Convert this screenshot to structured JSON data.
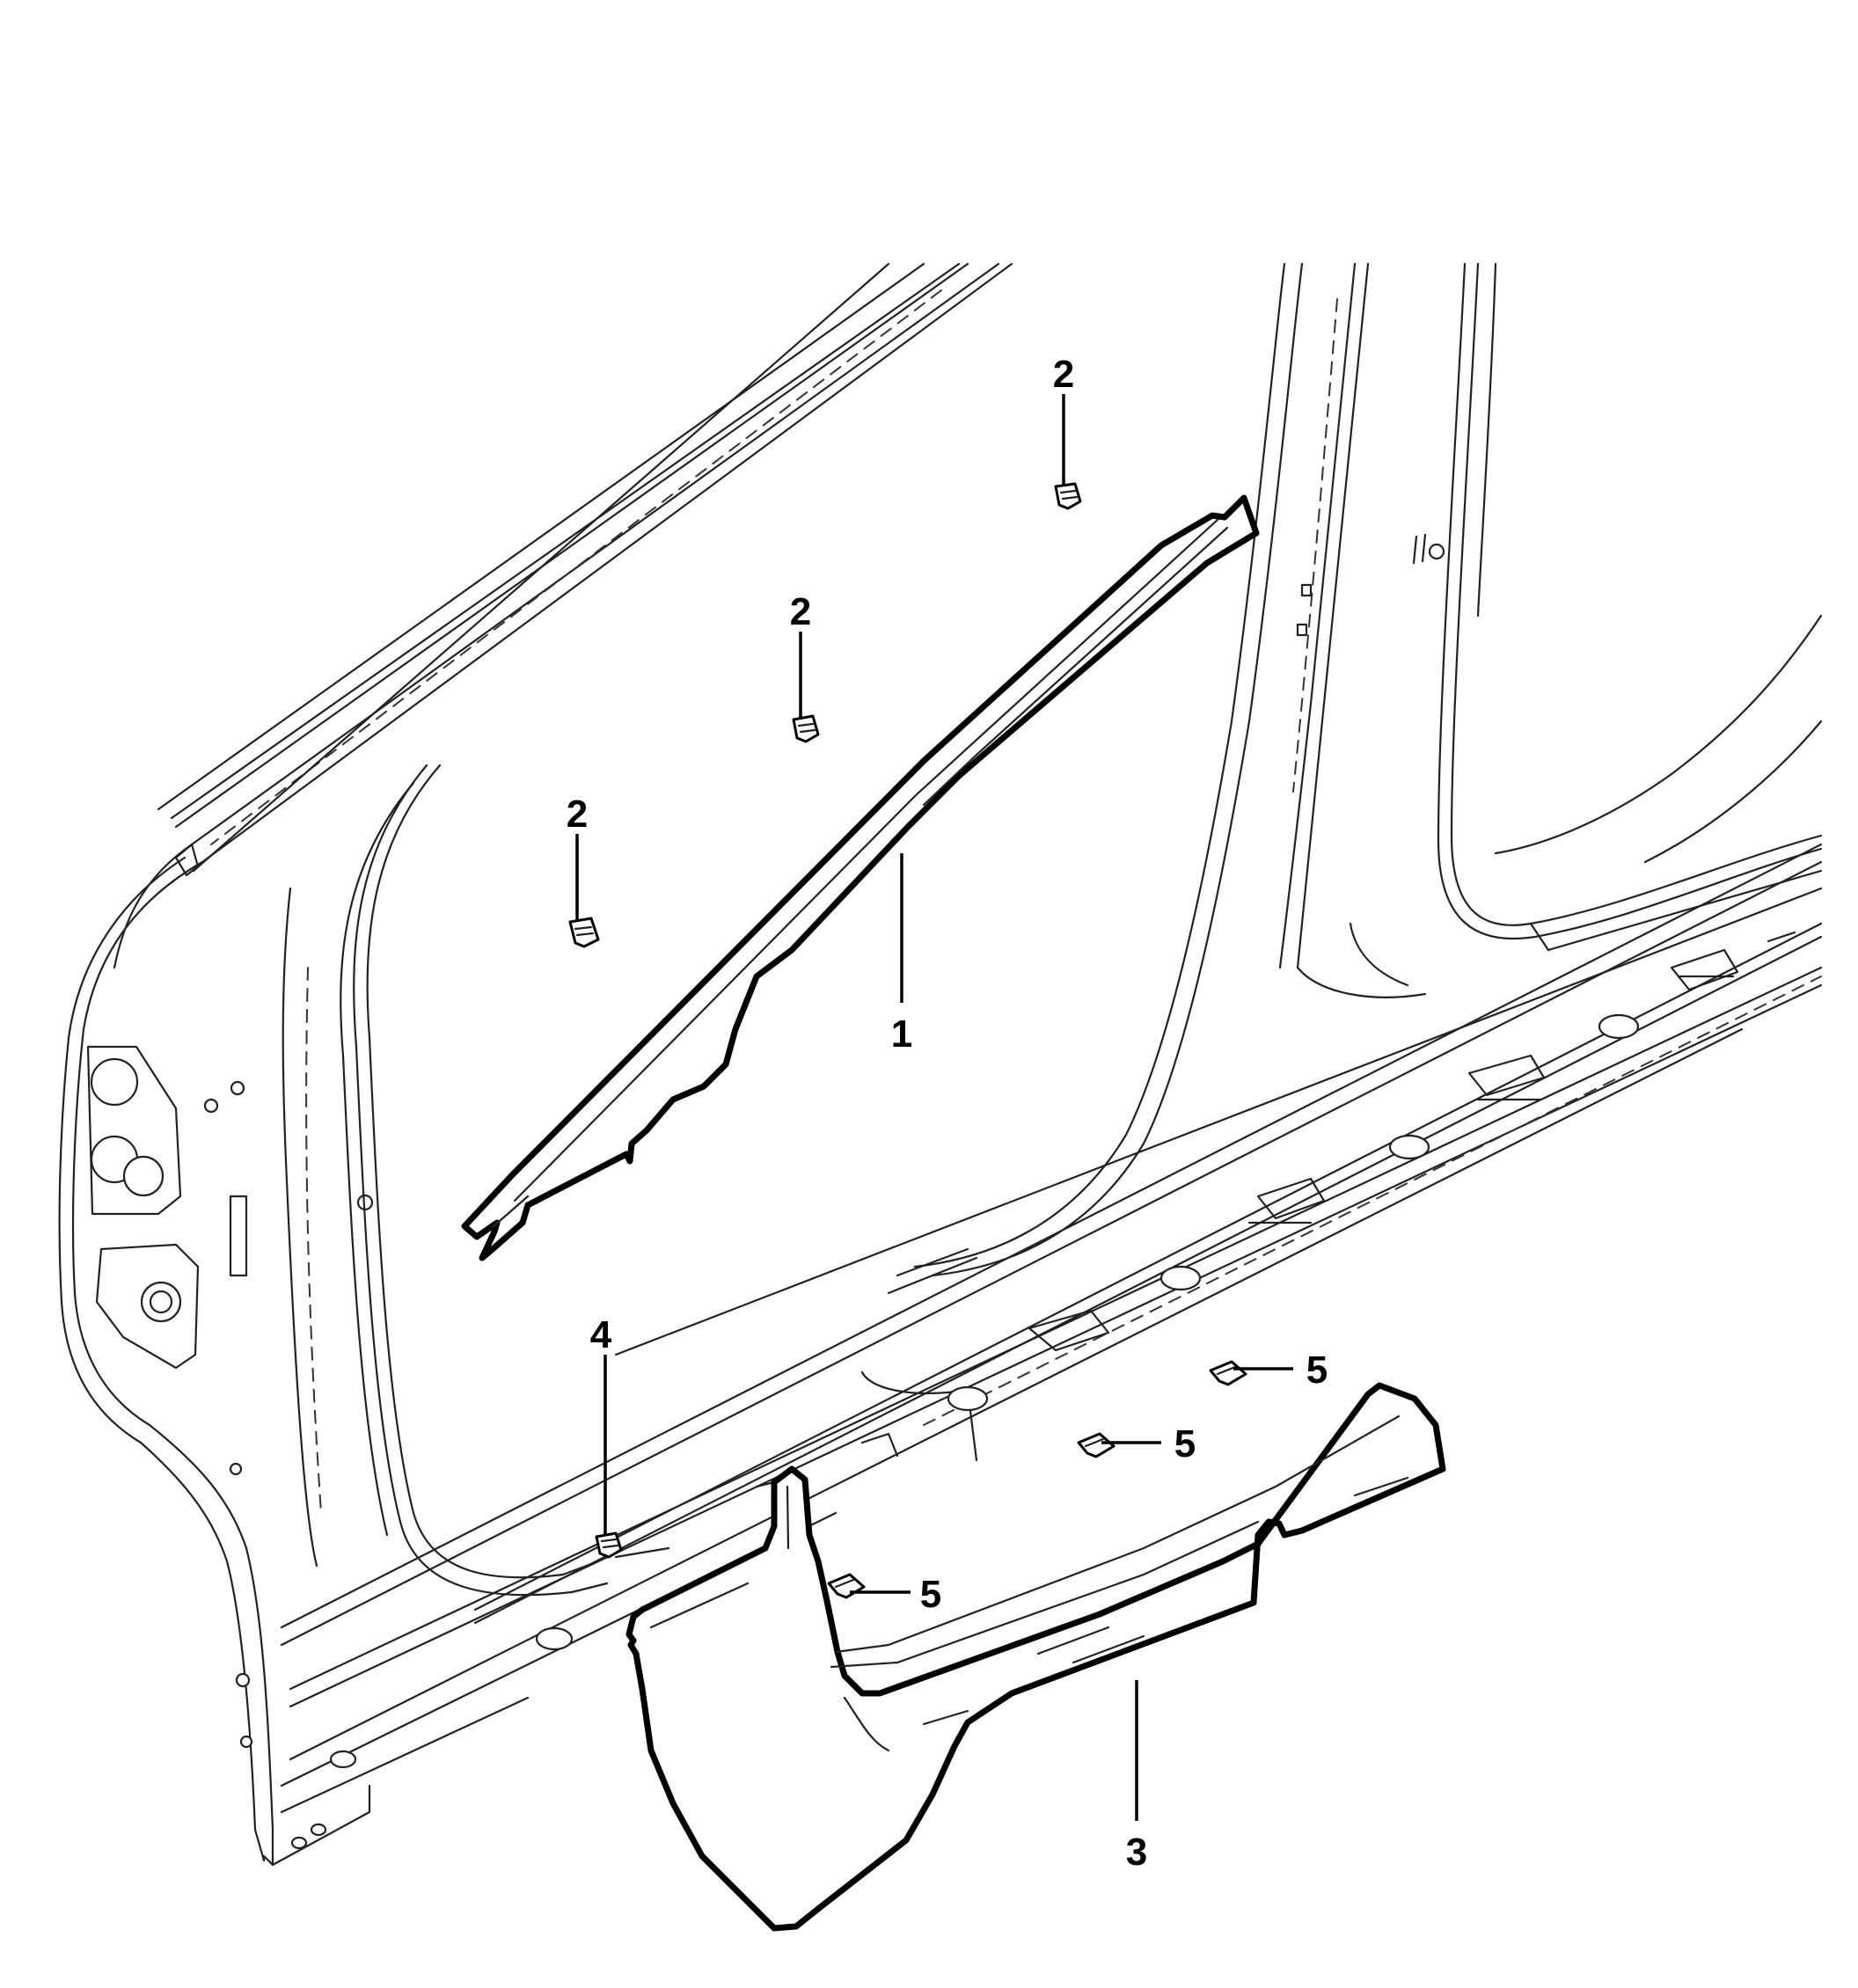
{
  "figure": {
    "kind": "exploded parts diagram",
    "callouts": [
      {
        "id": "c1",
        "label": "1"
      },
      {
        "id": "c2a",
        "label": "2"
      },
      {
        "id": "c2b",
        "label": "2"
      },
      {
        "id": "c2c",
        "label": "2"
      },
      {
        "id": "c3",
        "label": "3"
      },
      {
        "id": "c4",
        "label": "4"
      },
      {
        "id": "c5a",
        "label": "5"
      },
      {
        "id": "c5b",
        "label": "5"
      },
      {
        "id": "c5c",
        "label": "5"
      }
    ]
  }
}
